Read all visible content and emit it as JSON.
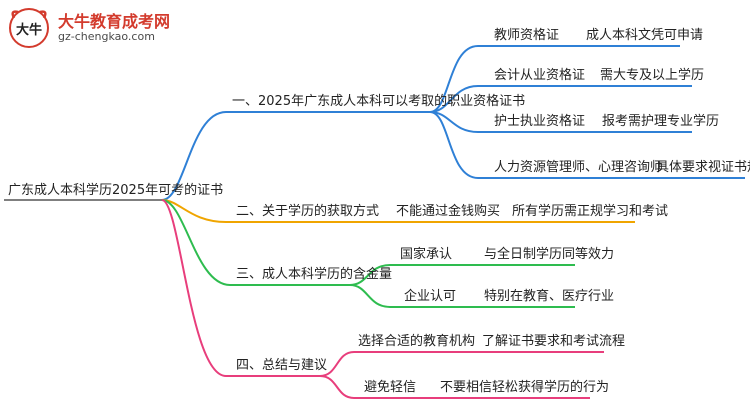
{
  "logo": {
    "title": "大牛教育成考网",
    "url": "gz-chengkao.com",
    "emblem_text": "大牛"
  },
  "root": {
    "label": "广东成人本科学历2025年可考的证书"
  },
  "branches": [
    {
      "label": "一、2025年广东成人本科可以考取的职业资格证书",
      "color": "#2f80d6",
      "children": [
        {
          "label": "教师资格证",
          "note": "成人本科文凭可申请"
        },
        {
          "label": "会计从业资格证",
          "note": "需大专及以上学历"
        },
        {
          "label": "护士执业资格证",
          "note": "报考需护理专业学历"
        },
        {
          "label": "人力资源管理师、心理咨询师",
          "note": "具体要求视证书规定"
        }
      ]
    },
    {
      "label": "二、关于学历的获取方式",
      "color": "#f0a500",
      "children": [
        {
          "label": "不能通过金钱购买",
          "note": "所有学历需正规学习和考试"
        }
      ]
    },
    {
      "label": "三、成人本科学历的含金量",
      "color": "#2ebc4f",
      "children": [
        {
          "label": "国家承认",
          "note": "与全日制学历同等效力"
        },
        {
          "label": "企业认可",
          "note": "特别在教育、医疗行业"
        }
      ]
    },
    {
      "label": "四、总结与建议",
      "color": "#e83e7c",
      "children": [
        {
          "label": "选择合适的教育机构",
          "note": "了解证书要求和考试流程"
        },
        {
          "label": "避免轻信",
          "note": "不要相信轻松获得学历的行为"
        }
      ]
    }
  ]
}
